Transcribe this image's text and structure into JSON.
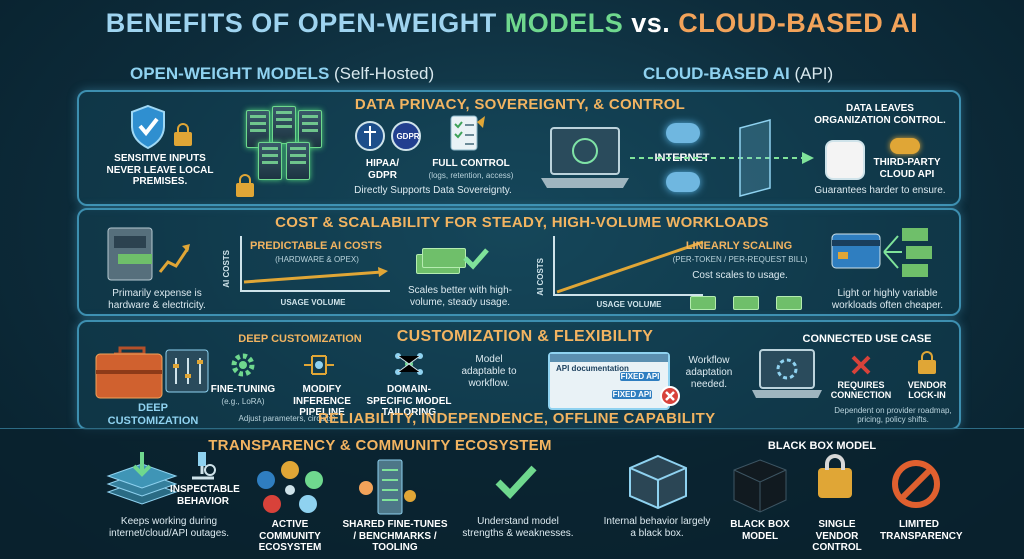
{
  "title": {
    "part1": "BENEFITS OF OPEN-WEIGHT ",
    "part2": "MODELS",
    "part3": " vs. ",
    "part4": "CLOUD-BASED AI"
  },
  "columns": {
    "left": {
      "name": "OPEN-WEIGHT MODELS",
      "suffix": "(Self-Hosted)"
    },
    "right": {
      "name": "CLOUD-BASED AI",
      "suffix": "(API)"
    }
  },
  "privacy": {
    "section": "DATA PRIVACY, SOVEREIGNTY, & CONTROL",
    "sensitive": "SENSITIVE INPUTS NEVER LEAVE LOCAL PREMISES.",
    "sensitive_highlight": "NEVER LEAVE",
    "hipaa": "HIPAA/ GDPR",
    "gdpr_badge": "GDPR",
    "full_control": "FULL CONTROL",
    "full_control_sub": "(logs, retention, access)",
    "sovereignty": "Directly Supports Data Sovereignty.",
    "internet": "INTERNET",
    "leaves": "DATA LEAVES ORGANIZATION CONTROL.",
    "third_party": "THIRD-PARTY CLOUD API",
    "guarantees": "Guarantees harder to ensure."
  },
  "cost": {
    "section": "COST & SCALABILITY FOR STEADY, HIGH-VOLUME WORKLOADS",
    "expense": "Primarily expense is hardware & electricity.",
    "predictable": "PREDICTABLE AI COSTS",
    "predictable_sub": "(HARDWARE & OPEX)",
    "ylabel": "AI COSTS",
    "xlabel": "USAGE VOLUME",
    "scales_better": "Scales better with high-volume, steady usage.",
    "linear": "LINEARLY SCALING",
    "linear_sub": "(PER-TOKEN / PER-REQUEST BILL)",
    "cost_scales": "Cost scales to usage.",
    "light": "Light or highly variable workloads often cheaper."
  },
  "custom": {
    "section": "CUSTOMIZATION & FLEXIBILITY",
    "deep_header": "DEEP CUSTOMIZATION",
    "deep_label": "DEEP CUSTOMIZATION",
    "fine_tuning": "FINE-TUNING",
    "fine_tuning_sub": "(e.g., LoRA)",
    "modify": "MODIFY INFERENCE PIPELINE",
    "domain": "DOMAIN-SPECIFIC MODEL TAILORING",
    "adjust": "Adjust parameters, circuits)",
    "adaptable": "Model adaptable to workflow.",
    "api_doc": "API documentation",
    "fixed_api": "FIXED API",
    "workflow": "Workflow adaptation needed.",
    "connected": "CONNECTED USE CASE",
    "requires": "REQUIRES CONNECTION",
    "vendor": "VENDOR LOCK-IN",
    "dependent": "Dependent on provider roadmap, pricing, policy shifts."
  },
  "reliability": {
    "section": "RELIABILITY, INDEPENDENCE, OFFLINE CAPABILITY"
  },
  "transparency": {
    "section": "TRANSPARENCY & COMMUNITY ECOSYSTEM",
    "inspectable": "INSPECTABLE BEHAVIOR",
    "keeps": "Keeps working during internet/cloud/API outages.",
    "community": "ACTIVE COMMUNITY ECOSYSTEM",
    "shared": "SHARED FINE-TUNES / BENCHMARKS / TOOLING",
    "understand": "Understand model strengths & weaknesses.",
    "internal": "Internal behavior largely a black box.",
    "black_header": "BLACK BOX MODEL",
    "black_label": "BLACK BOX MODEL",
    "single": "SINGLE VENDOR CONTROL",
    "limited": "LIMITED TRANSPARENCY"
  }
}
